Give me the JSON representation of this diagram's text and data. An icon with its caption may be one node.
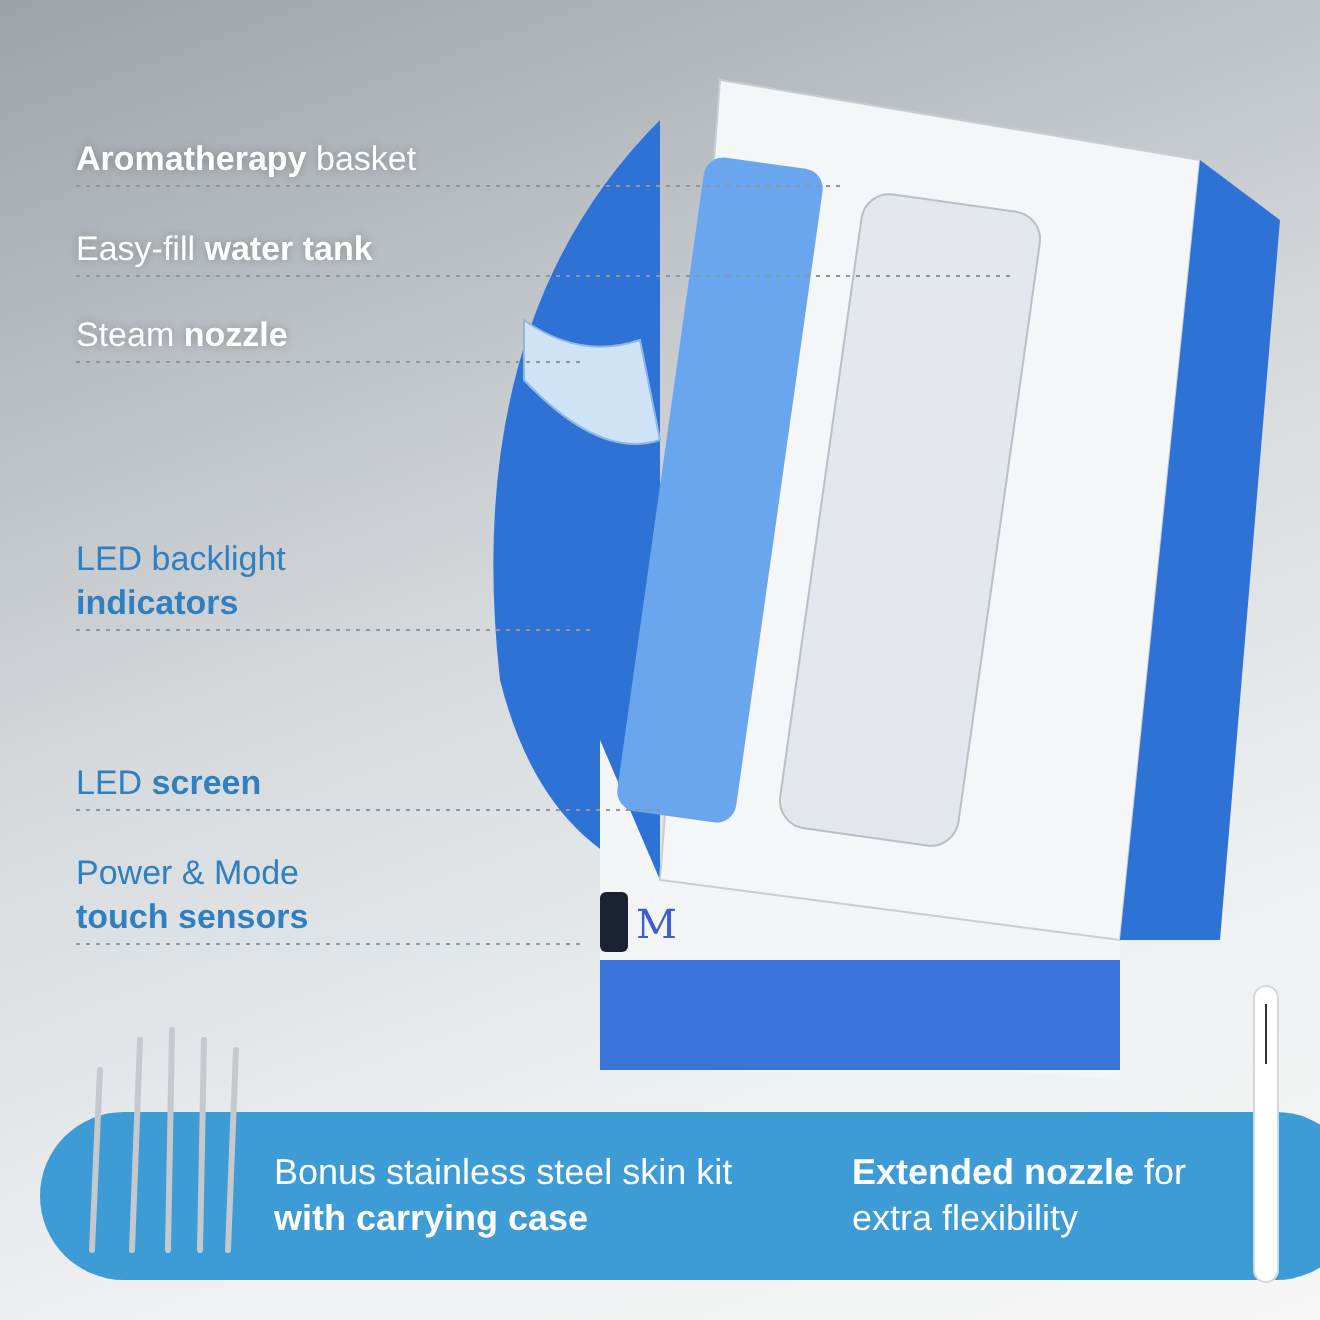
{
  "diagram": {
    "nodes": [
      {
        "text": [
          "**Aromatherapy** basket"
        ]
      },
      {
        "text": [
          "Easy-fill **water tank**"
        ]
      },
      {
        "text": [
          "Steam **nozzle**"
        ]
      },
      {
        "text": [
          "LED backlight **indicators**"
        ]
      },
      {
        "text": [
          "LED **screen**"
        ]
      },
      {
        "text": [
          "Power & Mode **touch sensors**"
        ]
      }
    ],
    "edges": [
      {
        "from": 0,
        "to": null,
        "arrow": "none",
        "style": "dashed"
      },
      {
        "from": 1,
        "to": null,
        "arrow": "none",
        "style": "dashed"
      },
      {
        "from": 2,
        "to": null,
        "arrow": "none",
        "style": "dashed"
      },
      {
        "from": 3,
        "to": null,
        "arrow": "none",
        "style": "dashed"
      },
      {
        "from": 4,
        "to": null,
        "arrow": "none",
        "style": "dashed"
      },
      {
        "from": 5,
        "to": null,
        "arrow": "none",
        "style": "dashed"
      }
    ],
    "labels": [
      "M",
      "Bonus stainless steel skin kit **with carrying case**",
      "**Extended nozzle** for extra flexibility"
    ]
  }
}
